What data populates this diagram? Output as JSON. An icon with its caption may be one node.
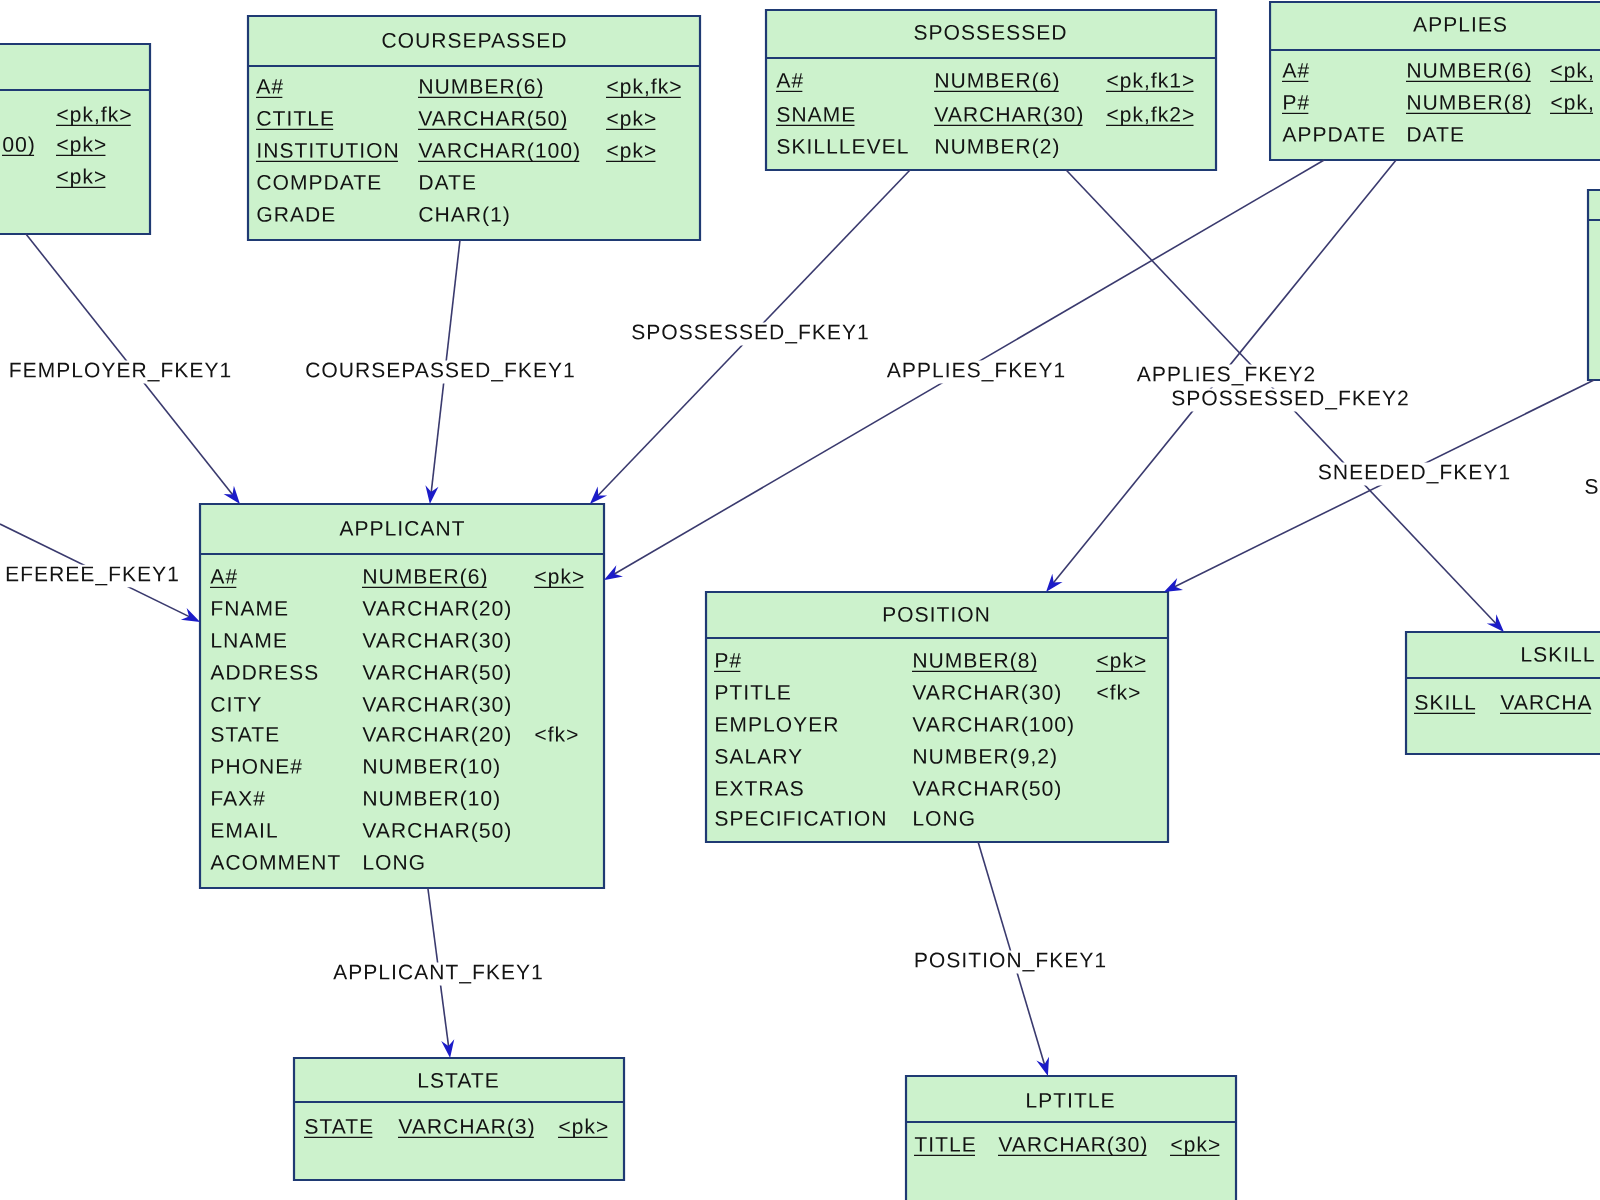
{
  "diagram": {
    "nodes": [
      {
        "text": [
          "<pk,fk>",
          "00)",
          "<pk>",
          "<pk>"
        ]
      },
      {
        "text": [
          "COURSEPASSED",
          "A#",
          "NUMBER(6)",
          "<pk,fk>",
          "CTITLE",
          "VARCHAR(50)",
          "<pk>",
          "INSTITUTION",
          "VARCHAR(100)",
          "<pk>",
          "COMPDATE",
          "DATE",
          "GRADE",
          "CHAR(1)"
        ]
      },
      {
        "text": [
          "SPOSSESSED",
          "A#",
          "NUMBER(6)",
          "<pk,fk1>",
          "SNAME",
          "VARCHAR(30)",
          "<pk,fk2>",
          "SKILLLEVEL",
          "NUMBER(2)"
        ]
      },
      {
        "text": [
          "APPLIES",
          "A#",
          "NUMBER(6)",
          "<pk,",
          "P#",
          "NUMBER(8)",
          "<pk,",
          "APPDATE",
          "DATE"
        ]
      },
      {
        "text": [],
        "shape": "box"
      },
      {
        "text": [
          "APPLICANT",
          "A#",
          "NUMBER(6)",
          "<pk>",
          "FNAME",
          "VARCHAR(20)",
          "LNAME",
          "VARCHAR(30)",
          "ADDRESS",
          "VARCHAR(50)",
          "CITY",
          "VARCHAR(30)",
          "STATE",
          "VARCHAR(20)",
          "<fk>",
          "PHONE#",
          "NUMBER(10)",
          "FAX#",
          "NUMBER(10)",
          "EMAIL",
          "VARCHAR(50)",
          "ACOMMENT",
          "LONG"
        ]
      },
      {
        "text": [
          "POSITION",
          "P#",
          "NUMBER(8)",
          "<pk>",
          "PTITLE",
          "VARCHAR(30)",
          "<fk>",
          "EMPLOYER",
          "VARCHAR(100)",
          "SALARY",
          "NUMBER(9,2)",
          "EXTRAS",
          "VARCHAR(50)",
          "SPECIFICATION",
          "LONG"
        ]
      },
      {
        "text": [
          "LSKILL",
          "SKILL",
          "VARCHA"
        ]
      },
      {
        "text": [
          "LSTATE",
          "STATE",
          "VARCHAR(3)",
          "<pk>"
        ]
      },
      {
        "text": [
          "LPTITLE",
          "TITLE",
          "VARCHAR(30)",
          "<pk>"
        ]
      }
    ],
    "edges": [
      {
        "from": 0,
        "to": 5,
        "arrow": "to",
        "label": "FEMPLOYER_FKEY1"
      },
      {
        "from": 1,
        "to": 5,
        "arrow": "to",
        "label": "COURSEPASSED_FKEY1"
      },
      {
        "from": 2,
        "to": 5,
        "arrow": "to",
        "label": "SPOSSESSED_FKEY1"
      },
      {
        "from": 3,
        "to": 5,
        "arrow": "to",
        "label": "APPLIES_FKEY1"
      },
      {
        "from": 3,
        "to": 6,
        "arrow": "to",
        "label": "APPLIES_FKEY2"
      },
      {
        "from": 2,
        "to": 7,
        "arrow": "to",
        "label": "SPOSSESSED_FKEY2"
      },
      {
        "from": 4,
        "to": 6,
        "arrow": "to",
        "label": "SNEEDED_FKEY1"
      },
      {
        "from": null,
        "to": 5,
        "arrow": "to",
        "label": "EFEREE_FKEY1"
      },
      {
        "from": 5,
        "to": 8,
        "arrow": "to",
        "label": "APPLICANT_FKEY1"
      },
      {
        "from": 6,
        "to": 9,
        "arrow": "to",
        "label": "POSITION_FKEY1"
      }
    ],
    "labels": [
      "S"
    ]
  }
}
